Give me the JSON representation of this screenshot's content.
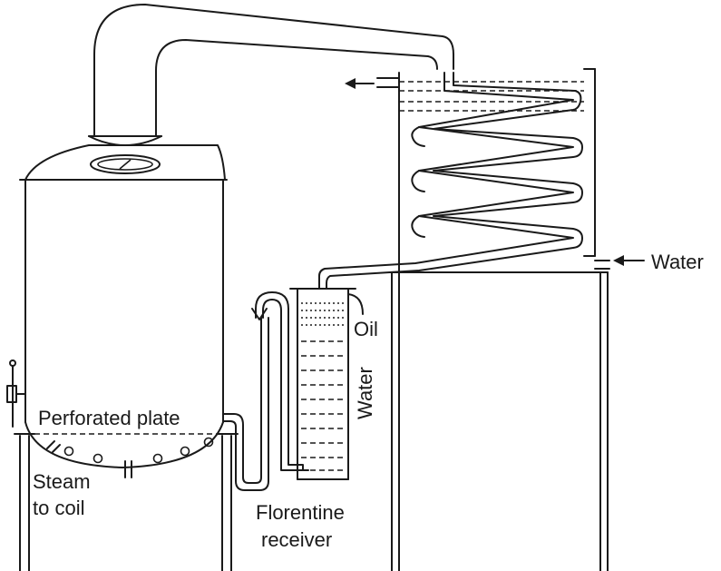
{
  "labels": {
    "water_inlet": "Water",
    "oil": "Oil",
    "receiver_water": "Water",
    "perforated_plate": "Perforated plate",
    "steam_line1": "Steam",
    "steam_line2": "to coil",
    "florentine_line1": "Florentine",
    "florentine_line2": "receiver"
  }
}
